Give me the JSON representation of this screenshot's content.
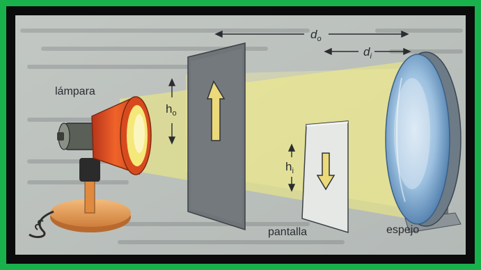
{
  "labels": {
    "lamp": "lámpara",
    "screen": "pantalla",
    "mirror": "espejo",
    "object_height": "h",
    "object_height_sub": "o",
    "image_height": "h",
    "image_height_sub": "i",
    "object_distance": "d",
    "object_distance_sub": "o",
    "image_distance": "d",
    "image_distance_sub": "i"
  },
  "colors": {
    "frame": "#18b14c",
    "paper": "#bcc1bd",
    "light_beam": "#f2ec7a",
    "object_panel": "#6e7478",
    "arrow_fill": "#ecd97a",
    "lamp_shade": "#e8541c",
    "lamp_base": "#e9a25a",
    "mirror": "#8fb8dc"
  },
  "icons": [
    "lamp-icon",
    "object-panel-icon",
    "screen-panel-icon",
    "mirror-icon"
  ]
}
